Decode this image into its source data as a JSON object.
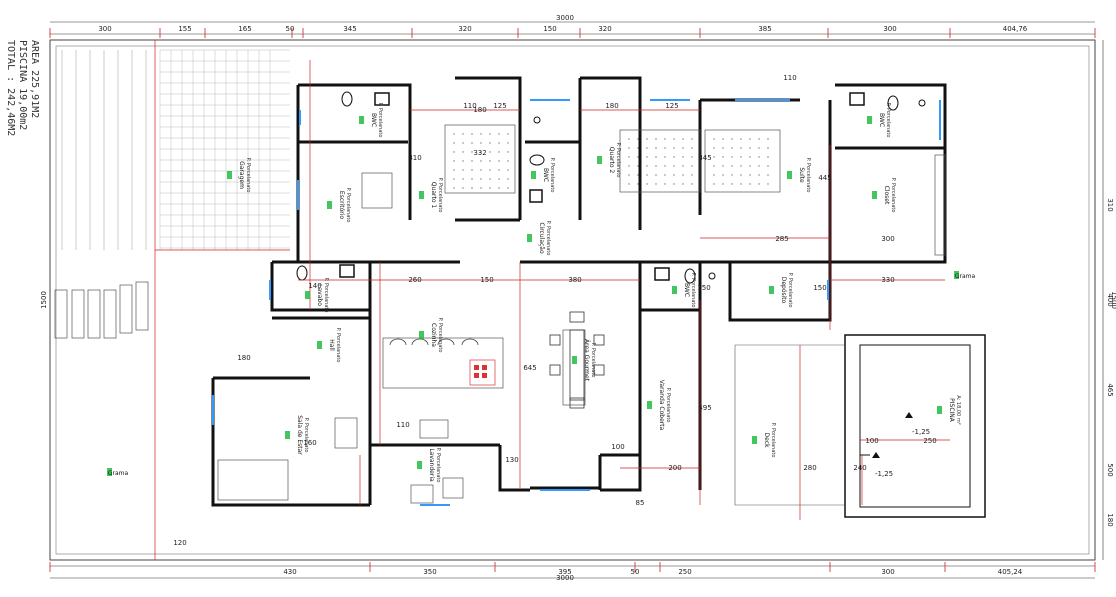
{
  "area_summary": {
    "area": "AREA 225,91M2",
    "piscina": "PISCINA 19,00m2",
    "total": "TOTAL : 242,46M2"
  },
  "dimensions_top": [
    "300",
    "155",
    "165",
    "50",
    "345",
    "320",
    "150",
    "320",
    "385",
    "300",
    "404,76"
  ],
  "dimension_total": "3000",
  "dimensions_bottom": [
    "430",
    "350",
    "395",
    "50",
    "250",
    "300",
    "405,24"
  ],
  "dimension_side_left": [
    "1500"
  ],
  "dimension_side_right": [
    "310",
    "400",
    "465",
    "500",
    "180"
  ],
  "interior_dims": [
    "110",
    "125",
    "180",
    "180",
    "125",
    "110",
    "332",
    "310",
    "345",
    "445",
    "285",
    "300",
    "260",
    "150",
    "380",
    "140",
    "150",
    "150",
    "330",
    "645",
    "495",
    "200",
    "100",
    "85",
    "130",
    "110",
    "280",
    "240",
    "100",
    "250",
    "120",
    "160",
    "180"
  ],
  "rooms": [
    {
      "name": "BWC",
      "sub": "P. Porcelanato"
    },
    {
      "name": "Quarto 1",
      "sub": "P. Porcelanato"
    },
    {
      "name": "BWC",
      "sub": "P. Porcelanato"
    },
    {
      "name": "Quarto 2",
      "sub": "P. Porcelanato"
    },
    {
      "name": "Suíte",
      "sub": "P. Porcelanato"
    },
    {
      "name": "BWC",
      "sub": "P. Porcelanato"
    },
    {
      "name": "Closet",
      "sub": "P. Porcelanato"
    },
    {
      "name": "Garagem",
      "sub": "P. Porcelanato"
    },
    {
      "name": "Escritório",
      "sub": "P. Porcelanato"
    },
    {
      "name": "Circulação",
      "sub": "P. Porcelanato"
    },
    {
      "name": "Lavabo",
      "sub": "P. Porcelanato"
    },
    {
      "name": "Hall",
      "sub": "P. Porcelanato"
    },
    {
      "name": "Cozinha",
      "sub": "P. Porcelanato"
    },
    {
      "name": "Área Gourmet",
      "sub": "P. Porcelanato"
    },
    {
      "name": "BWC",
      "sub": "P. Porcelanato"
    },
    {
      "name": "Depósito",
      "sub": "P. Porcelanato"
    },
    {
      "name": "Sala de Estar",
      "sub": "P. Porcelanato"
    },
    {
      "name": "Lavanderia",
      "sub": "P. Porcelanato"
    },
    {
      "name": "Varanda Coberta",
      "sub": "P. Porcelanato"
    },
    {
      "name": "Deck",
      "sub": "P. Porcelanato"
    },
    {
      "name": "PISCINA",
      "sub": "A: 18,00 m²"
    },
    {
      "name": "Grama",
      "sub": ""
    },
    {
      "name": "Grama",
      "sub": ""
    }
  ],
  "levels": [
    "-1,25",
    "-1,25"
  ],
  "colors": {
    "wall": "#111111",
    "dim": "#cc2222",
    "window": "#3399ff",
    "green": "#22bb44",
    "grid": "#999999"
  }
}
